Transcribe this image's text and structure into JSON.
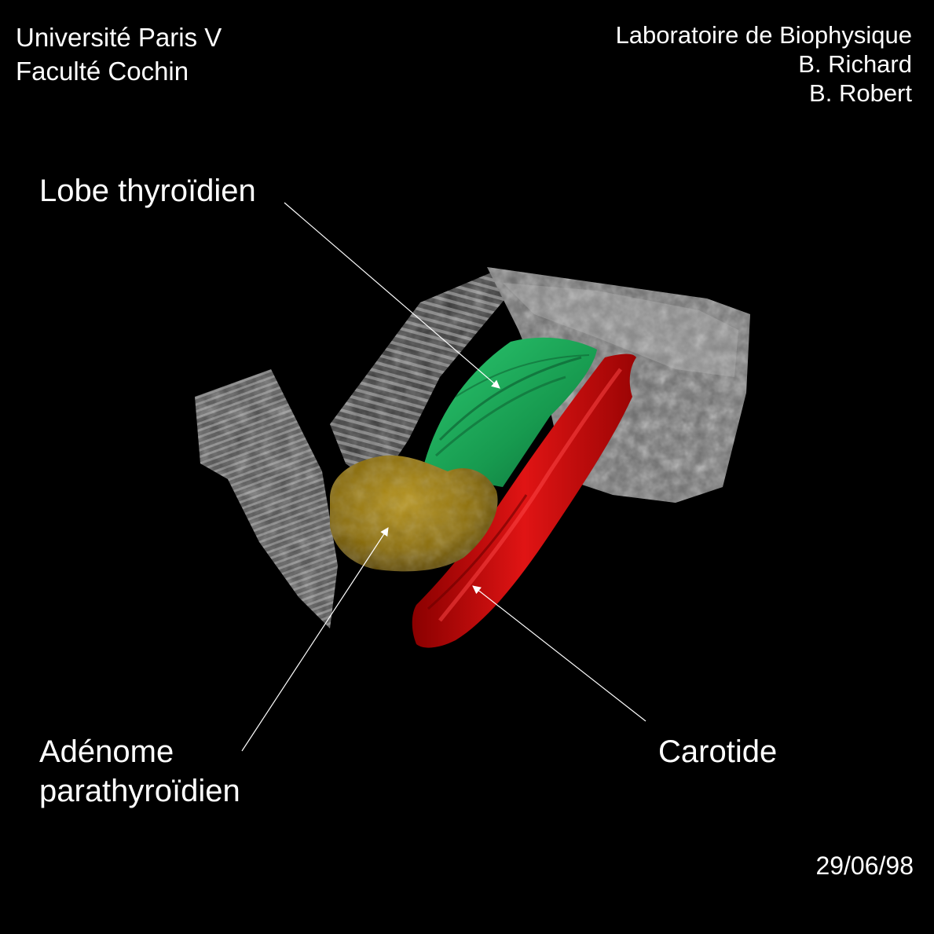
{
  "header_left": {
    "line1": "Université Paris V",
    "line2": "Faculté Cochin"
  },
  "header_right": {
    "line1": "Laboratoire de Biophysique",
    "line2": "B. Richard",
    "line3": "B. Robert"
  },
  "labels": {
    "thyroid_lobe": "Lobe thyroïdien",
    "adenoma_line1": "Adénome",
    "adenoma_line2": "parathyroïdien",
    "carotid": "Carotide"
  },
  "date": "29/06/98",
  "colors": {
    "background": "#000000",
    "thyroid": "#1fae5c",
    "adenoma": "#9a7a0c",
    "carotid": "#d41010",
    "ultrasound_volume": "#8a8a8a",
    "text": "#ffffff"
  }
}
